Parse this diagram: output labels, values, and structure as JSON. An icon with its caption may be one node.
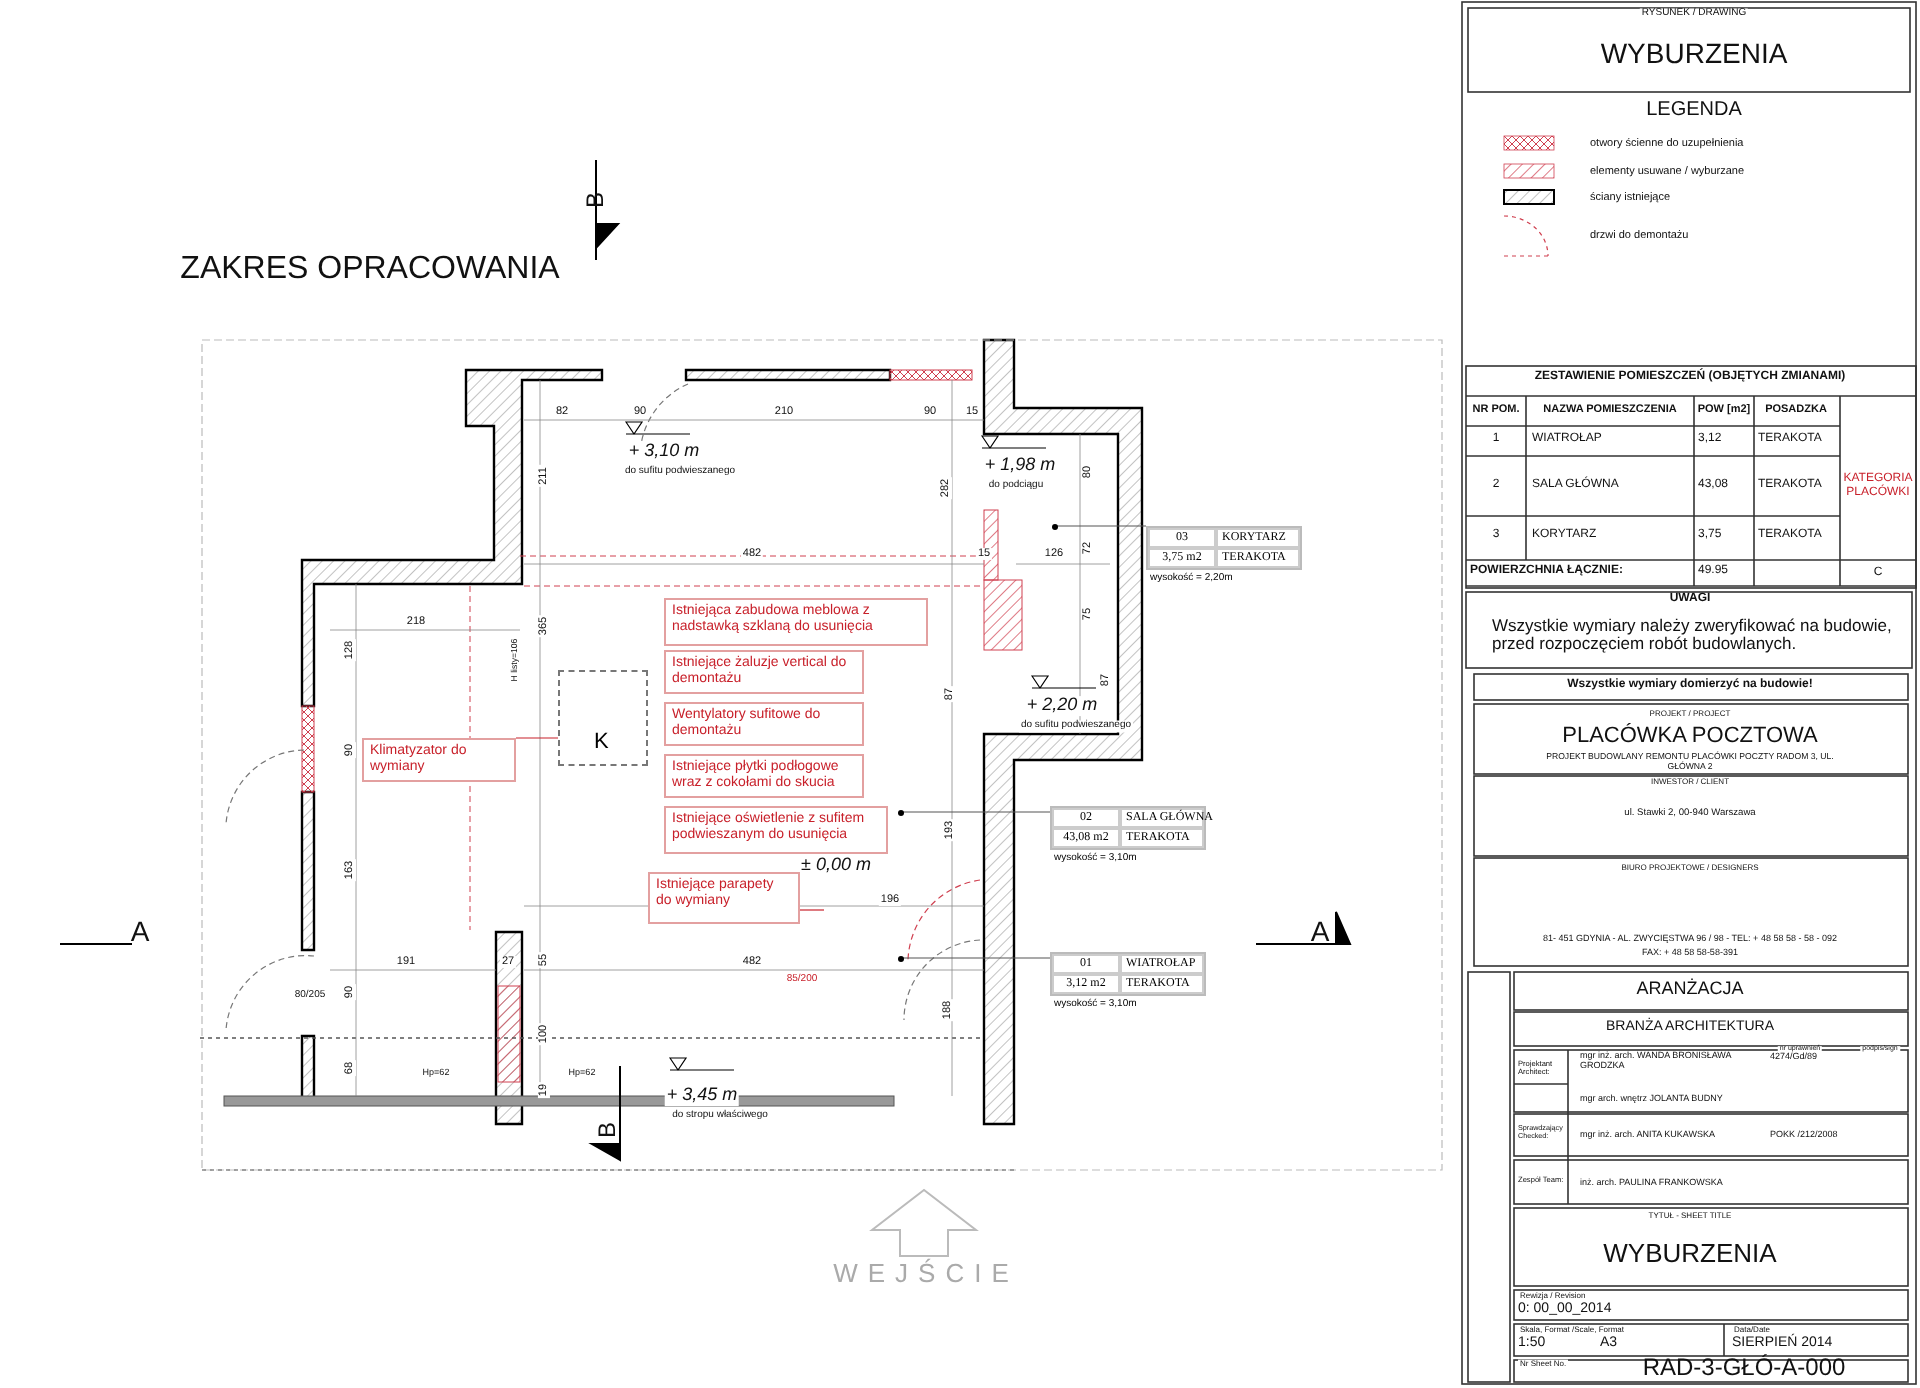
{
  "diagram": {
    "nodes": [
      {
        "text": [
          "Klimatyzator do wymiany"
        ]
      },
      {
        "text": [
          "K"
        ]
      },
      {
        "text": [
          "03",
          "KORYTARZ",
          "3,75 m2",
          "TERAKOTA"
        ],
        "beside": [
          "wysokość = 2,20m"
        ]
      },
      {
        "text": [],
        "shape": "circle"
      },
      {
        "text": [
          "02",
          "SALA GŁÓWNA",
          "43,08 m2",
          "TERAKOTA"
        ],
        "beside": [
          "wysokość = 3,10m"
        ]
      },
      {
        "text": [],
        "shape": "circle"
      },
      {
        "text": [
          "01",
          "WIATROŁAP",
          "3,12 m2",
          "TERAKOTA"
        ],
        "beside": [
          "wysokość = 3,10m"
        ]
      },
      {
        "text": [],
        "shape": "circle"
      },
      {
        "text": [
          "Istniejąca zabudowa meblowa z nadstawką szklaną do usunięcia"
        ]
      },
      {
        "text": [
          "Istniejące żaluzje vertical do demontażu"
        ]
      },
      {
        "text": [
          "Wentylatory sufitowe do demontażu"
        ]
      },
      {
        "text": [
          "Istniejące płytki podłogowe wraz z cokołami do skucia"
        ]
      },
      {
        "text": [
          "Istniejące oświetlenie  z sufitem podwieszanym do usunięcia"
        ]
      },
      {
        "text": [
          "Istniejące parapety do wymiany"
        ]
      }
    ],
    "edges": [
      {
        "from": 0,
        "to": 1,
        "arrow": "none",
        "color": "#c8202a"
      },
      {
        "from": 2,
        "to": 3,
        "arrow": "none"
      },
      {
        "from": 4,
        "to": 5,
        "arrow": "none"
      },
      {
        "from": 6,
        "to": 7,
        "arrow": "none"
      },
      {
        "from": 13,
        "to": null,
        "arrow": "none",
        "color": "#c8202a"
      }
    ],
    "labels": [
      "RYSUNEK / DRAWING",
      "WYBURZENIA",
      "LEGENDA",
      "B",
      "ZAKRES OPRACOWANIA",
      "ZESTAWIENIE POMIESZCZEŃ (OBJĘTYCH ZMIANAMI)",
      "NR POM.",
      "NAZWA POMIESZCZENIA",
      "POW [m2]",
      "POSADZKA",
      "1",
      "WIATROŁAP",
      "3,12",
      "TERAKOTA",
      "KATEGORIA PLACÓWKI",
      "2",
      "SALA GŁÓWNA",
      "43,08",
      "TERAKOTA",
      "3",
      "KORYTARZ",
      "3,75",
      "TERAKOTA",
      "POWIERZCHNIA ŁĄCZNIE:",
      "49.95",
      "C",
      "UWAGI",
      "Wszystkie wymiary należy zweryfikować na budowie, przed rozpoczęciem robót budowlanych.",
      "Wszystkie wymiary domierzyć na budowie!",
      "PROJEKT / PROJECT",
      "PLACÓWKA POCZTOWA",
      "PROJEKT BUDOWLANY REMONTU PLACÓWKI POCZTY RADOM 3, UL. GŁÓWNA 2",
      "INWESTOR / CLIENT",
      "ul. Stawki 2, 00-940 Warszawa",
      "BIURO PROJEKTOWE / DESIGNERS",
      "81- 451  GDYNIA  -  AL. ZWYCIĘSTWA 96 / 98  -  TEL:  + 48 58 58 - 58 - 092",
      "FAX:  +  48 58  58-58-391",
      "ARANŻACJA",
      "BRANŻA ARCHITEKTURA",
      "Projektant Architect:",
      "nr uprawnień",
      "podpis/sign",
      "mgr inż. arch. WANDA BRONISŁAWA GRODZKA",
      "4274/Gd/89",
      "mgr arch. wnętrz JOLANTA BUDNY",
      "Sprawdzający Checked:",
      "mgr inż. arch. ANITA KUKAWSKA",
      "POKK /212/2008",
      "Zespół Team:",
      "inż. arch. PAULINA FRANKOWSKA",
      "TYTUŁ - SHEET TITLE",
      "WYBURZENIA",
      "Rewizja / Revision",
      "0: 00_00_2014",
      "Skala, Format /Scale, Format",
      "1:50",
      "A3",
      "Data/Date",
      "SIERPIEŃ 2014",
      "Nr Sheet No.",
      "RAD-3-GŁÓ-A-000",
      "82",
      "90",
      "210",
      "90",
      "15",
      "+ 3,10 m",
      "do sufitu podwieszanego",
      "211",
      "282",
      "+ 1,98 m",
      "do podciągu",
      "80",
      "482",
      "15",
      "126",
      "72",
      "218",
      "128",
      "H listy=106",
      "365",
      "75",
      "90",
      "87",
      "87",
      "+ 2,20 m",
      "do sufitu podwieszanego",
      "163",
      "193",
      "± 0,00 m",
      "196",
      "A",
      "A",
      "191",
      "27",
      "55",
      "482",
      "85/200",
      "80/205",
      "90",
      "188",
      "100",
      "68",
      "Hp=62",
      "19",
      "Hp=62",
      "+ 3,45 m",
      "do stropu właściwego",
      "B",
      "WEJŚCIE"
    ],
    "legend": [
      {
        "text": "otwory ścienne do uzupełnienia"
      },
      {
        "text": "elementy usuwane / wyburzane"
      },
      {
        "text": "ściany istniejące"
      },
      {
        "text": "drzwi do demontażu"
      }
    ]
  }
}
